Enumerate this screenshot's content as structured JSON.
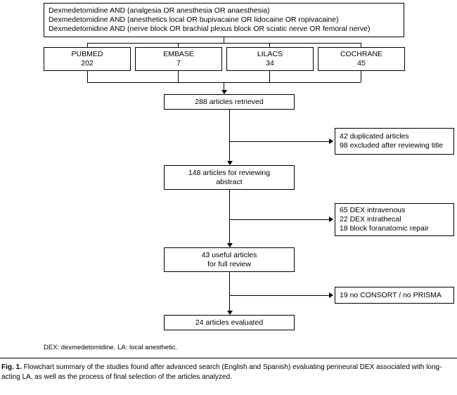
{
  "figure": {
    "search_box": {
      "lines": [
        "Dexmedetomidine AND (analgesia OR anesthesia OR anaesthesia)",
        "Dexmedetomidine AND (anesthetics local OR bupivacaine OR lidocaine OR ropivacaine)",
        "Dexmedetomidine AND (nerve block OR brachial plexus block OR sciatic nerve OR femoral nerve)"
      ]
    },
    "databases": [
      {
        "name": "PUBMED",
        "count": "202"
      },
      {
        "name": "EMBASE",
        "count": "7"
      },
      {
        "name": "LILACS",
        "count": "34"
      },
      {
        "name": "COCHRANE",
        "count": "45"
      }
    ],
    "retrieved": {
      "lines": [
        "288 articles retrieved"
      ]
    },
    "excluded_1": {
      "lines": [
        "42 duplicated articles",
        "98 excluded after reviewing title"
      ]
    },
    "abstract_review": {
      "lines": [
        "148 articles for reviewing",
        "abstract"
      ]
    },
    "excluded_2": {
      "lines": [
        "65 DEX intravenous",
        "22 DEX intrathecal",
        "18 block foranatomic repair"
      ]
    },
    "useful": {
      "lines": [
        "43 useful articles",
        "for full review"
      ]
    },
    "excluded_3": {
      "lines": [
        "19 no CONSORT / no PRISMA"
      ]
    },
    "evaluated": {
      "lines": [
        "24 articles evaluated"
      ]
    },
    "legend": "DEX: dexmedetomidine. LA: local anesthetic.",
    "caption": {
      "label": "Fig. 1.",
      "text": " Flowchart summary of the studies found after advanced search (English and Spanish) evaluating perineural DEX associated with long-acting LA, as well as the process of final selection of the articles analyzed."
    }
  }
}
